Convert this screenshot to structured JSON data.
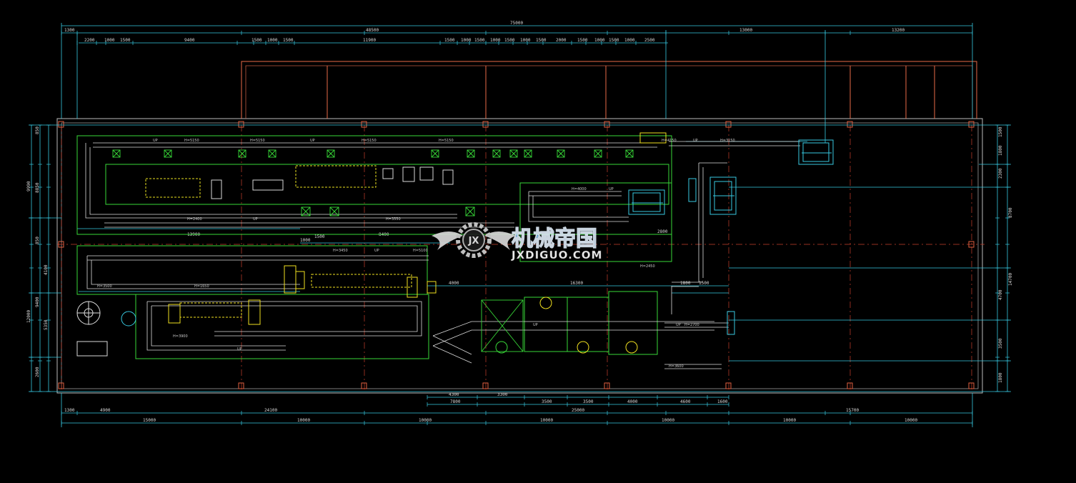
{
  "colors": {
    "background": "#000000",
    "dimension": "#37c8e0",
    "wall": "#c0c0c0",
    "building": "#ff6a4a",
    "axis": "#d0402a",
    "equipment": "#38d838",
    "highlight": "#f0e020",
    "watermark": "#4aa0dc"
  },
  "dimensions": {
    "top_overall": "75000",
    "top_row1": [
      "1300",
      "48500",
      "13000",
      "13200"
    ],
    "top_row2": [
      "2200",
      "1000",
      "1500",
      "9400",
      "1500",
      "1000",
      "1500",
      "11900",
      "1500",
      "1000",
      "1500",
      "1000",
      "1500",
      "1000",
      "1500",
      "2000",
      "1500",
      "1000",
      "1500",
      "1000",
      "2500"
    ],
    "bottom_row1": [
      "1300",
      "4900",
      "24100",
      "7800",
      "3500",
      "3500",
      "4000",
      "4600",
      "1600",
      "15700"
    ],
    "bottom_mid": [
      "4300",
      "3300",
      "25000"
    ],
    "bottom_axes": [
      "15000",
      "10000",
      "10000",
      "10000",
      "10000",
      "10000",
      "10000"
    ],
    "left_outer": [
      "9990"
    ],
    "left_mid": [
      "8850",
      "4100",
      "9400",
      "12000"
    ],
    "left_inner": [
      "850",
      "850",
      "5350",
      "2600"
    ],
    "right": [
      "1500",
      "1800",
      "2300",
      "8700",
      "4700",
      "14700",
      "3500",
      "1800"
    ],
    "interior": [
      "13900",
      "1000",
      "1500",
      "8400",
      "16300",
      "1800",
      "1500",
      "2800",
      "4000"
    ]
  },
  "labels": {
    "elevations": [
      "H=5150",
      "H=5150",
      "H=5150",
      "H=5150",
      "H=3150",
      "H=4150",
      "H=2400",
      "H=3550",
      "H=3450",
      "H=5100",
      "H=3500",
      "H=1650",
      "H=4000",
      "H=2700",
      "H=2450",
      "H=3600",
      "H=3900"
    ],
    "up": [
      "UP",
      "UP",
      "UP",
      "UP",
      "UP",
      "UP",
      "UP",
      "UP",
      "UP"
    ]
  },
  "watermark": {
    "logo_letters": "JX",
    "brand_cn": "机械帝国",
    "brand_en": "JXDIGUO.COM"
  }
}
